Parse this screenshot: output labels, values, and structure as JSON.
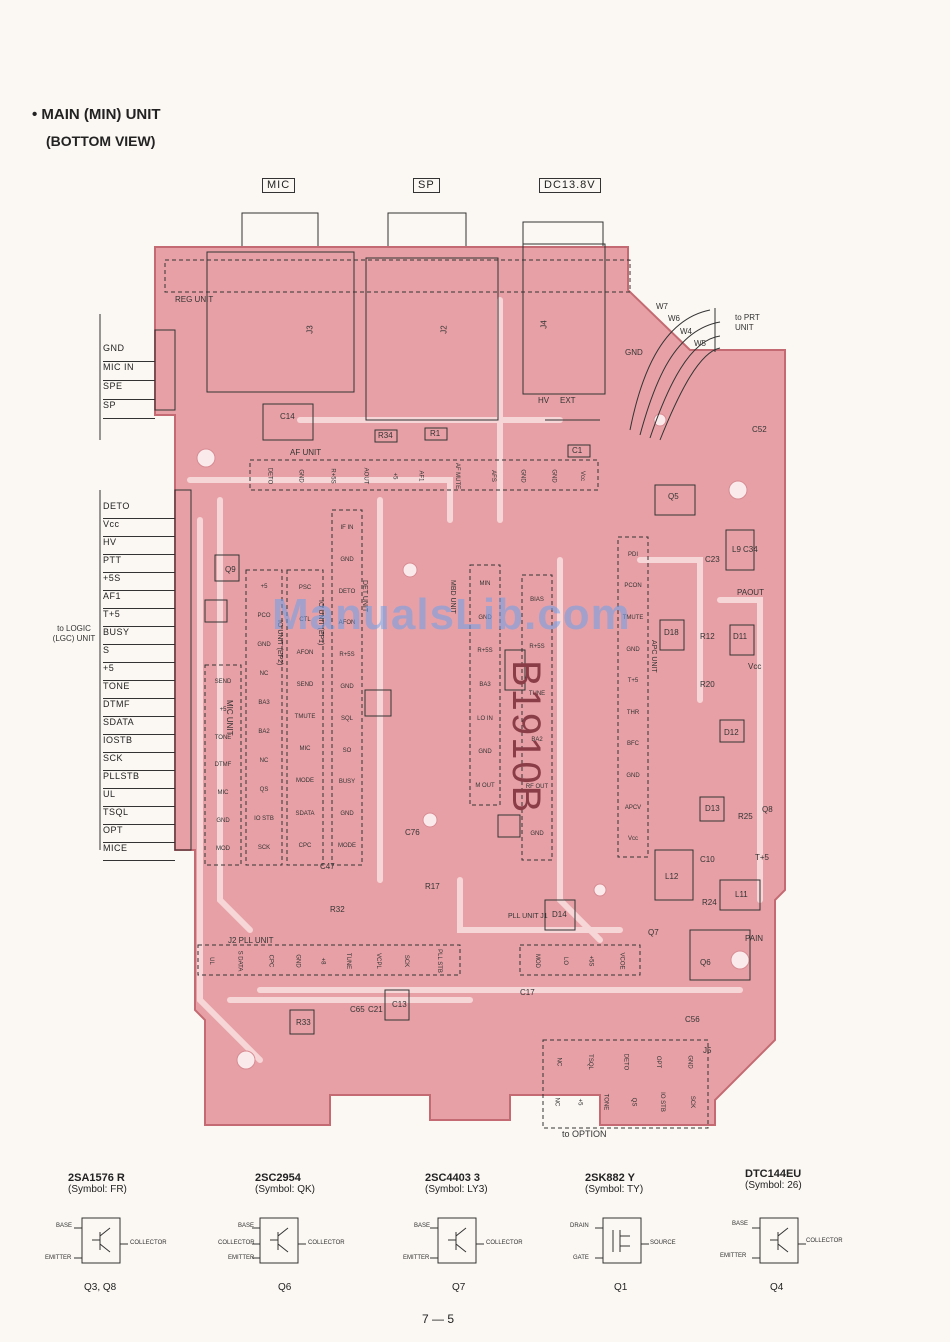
{
  "header": {
    "title": "• MAIN (MIN) UNIT",
    "subtitle": "(BOTTOM VIEW)"
  },
  "top_connectors": [
    "MIC",
    "SP",
    "DC13.8V"
  ],
  "board": {
    "jacks": [
      "J3",
      "J2",
      "J4",
      "J5"
    ],
    "reg_unit": "REG UNIT",
    "af_unit": {
      "name": "AF UNIT",
      "pins": [
        "DETO",
        "GND",
        "R+5S",
        "AOUT",
        "+5",
        "AF1",
        "AF MUTE",
        "AFS",
        "GND",
        "GND",
        "Vcc"
      ]
    },
    "pll_unit": {
      "name": "J2 PLL UNIT",
      "pins": [
        "UL",
        "S DATA",
        "CPC",
        "GND",
        "+8",
        "TUNE",
        "VCPL",
        "SCK",
        "PLL STB"
      ]
    },
    "pll_unit_j1": {
      "name": "PLL UNIT J1",
      "pins": [
        "MOD",
        "LO",
        "+5S",
        "VCOE"
      ]
    },
    "mic_unit": {
      "name": "MIC UNIT",
      "pins": [
        "SEND",
        "+5",
        "TONE",
        "DTMF",
        "MIC",
        "GND",
        "MOD"
      ]
    },
    "io_unit_ep2": {
      "name": "IO UNIT (EP2)",
      "pins": [
        "+5",
        "PCO",
        "GND",
        "NC",
        "BA3",
        "BA2",
        "NC",
        "QS",
        "IO STB",
        "SCK"
      ]
    },
    "io_unit_ep1": {
      "name": "IO UNIT (EP1)",
      "pins": [
        "PSC",
        "CTL",
        "AFON",
        "SEND",
        "TMUTE",
        "MIC",
        "MODE",
        "SDATA",
        "CPC"
      ]
    },
    "det_unit": {
      "name": "DET UNIT",
      "pins": [
        "IF IN",
        "GND",
        "DETO",
        "AFON",
        "R+5S",
        "GND",
        "SQL",
        "SO",
        "BUSY",
        "GND",
        "MODE"
      ]
    },
    "mbd_unit": {
      "name": "MBD UNIT",
      "pins": [
        "MIN",
        "GND",
        "R+5S",
        "BA3",
        "LO IN",
        "GND",
        "M OUT",
        "BIAS",
        "R+5S",
        "TUNE",
        "BA2",
        "RF OUT",
        "GND"
      ]
    },
    "apc_unit": {
      "name": "APC UNIT",
      "pins": [
        "PDI",
        "PCON",
        "TMUTE",
        "GND",
        "T+5",
        "THR",
        "BFC",
        "GND",
        "APCV",
        "Vcc"
      ]
    },
    "option_connector": {
      "top_pins": [
        "NC",
        "TSQL",
        "DETO",
        "OPT",
        "GND"
      ],
      "bottom_pins": [
        "NC",
        "+5",
        "TONE",
        "QS",
        "IO STB",
        "SCK"
      ],
      "label": "to OPTION"
    },
    "board_mark": "B1910B",
    "misc_labels": [
      "PAOUT",
      "Vcc",
      "T+5",
      "PAIN",
      "HV",
      "EXT",
      "GND"
    ],
    "component_labels": [
      "C14",
      "R34",
      "R1",
      "C1",
      "Q6",
      "D12",
      "D18",
      "R12",
      "C23",
      "C34",
      "L9",
      "D11",
      "R20",
      "L12",
      "L11",
      "R25",
      "R24",
      "Q7",
      "D14",
      "D13",
      "Q9",
      "C21",
      "C13",
      "C65",
      "C47",
      "C76",
      "C10",
      "C56",
      "C52",
      "C17",
      "R32",
      "R33",
      "Q8",
      "R17",
      "Q5"
    ],
    "prt_wires": [
      "W7",
      "W6",
      "W4",
      "W5"
    ],
    "prt_label": "to PRT UNIT"
  },
  "left_pins": {
    "top_group": [
      "GND",
      "MIC IN",
      "SPE",
      "SP"
    ],
    "logic_group": [
      "DETO",
      "Vcc",
      "HV",
      "PTT",
      "+5S",
      "AF1",
      "T+5",
      "BUSY",
      "S",
      "+5",
      "TONE",
      "DTMF",
      "SDATA",
      "IOSTB",
      "SCK",
      "PLLSTB",
      "UL",
      "TSQL",
      "OPT",
      "MICE"
    ],
    "logic_label": "to LOGIC (LGC) UNIT"
  },
  "watermark": "ManualsLib.com",
  "transistors": [
    {
      "part": "2SA1576 R",
      "symbol": "(Symbol: FR)",
      "ref": "Q3, Q8",
      "terms": [
        "BASE",
        "EMITTER",
        "COLLECTOR"
      ]
    },
    {
      "part": "2SC2954",
      "symbol": "(Symbol: QK)",
      "ref": "Q6",
      "terms": [
        "BASE",
        "COLLECTOR",
        "EMITTER",
        "COLLECTOR"
      ]
    },
    {
      "part": "2SC4403 3",
      "symbol": "(Symbol: LY3)",
      "ref": "Q7",
      "terms": [
        "BASE",
        "EMITTER",
        "COLLECTOR"
      ]
    },
    {
      "part": "2SK882 Y",
      "symbol": "(Symbol: TY)",
      "ref": "Q1",
      "terms": [
        "DRAIN",
        "GATE",
        "SOURCE"
      ]
    },
    {
      "part": "DTC144EU",
      "symbol": "(Symbol: 26)",
      "ref": "Q4",
      "terms": [
        "BASE",
        "EMITTER",
        "COLLECTOR"
      ]
    }
  ],
  "page_number": "7 — 5",
  "colors": {
    "board": "#e7a1a6",
    "trace": "#f5d2d4",
    "board_edge": "#c46a72"
  }
}
